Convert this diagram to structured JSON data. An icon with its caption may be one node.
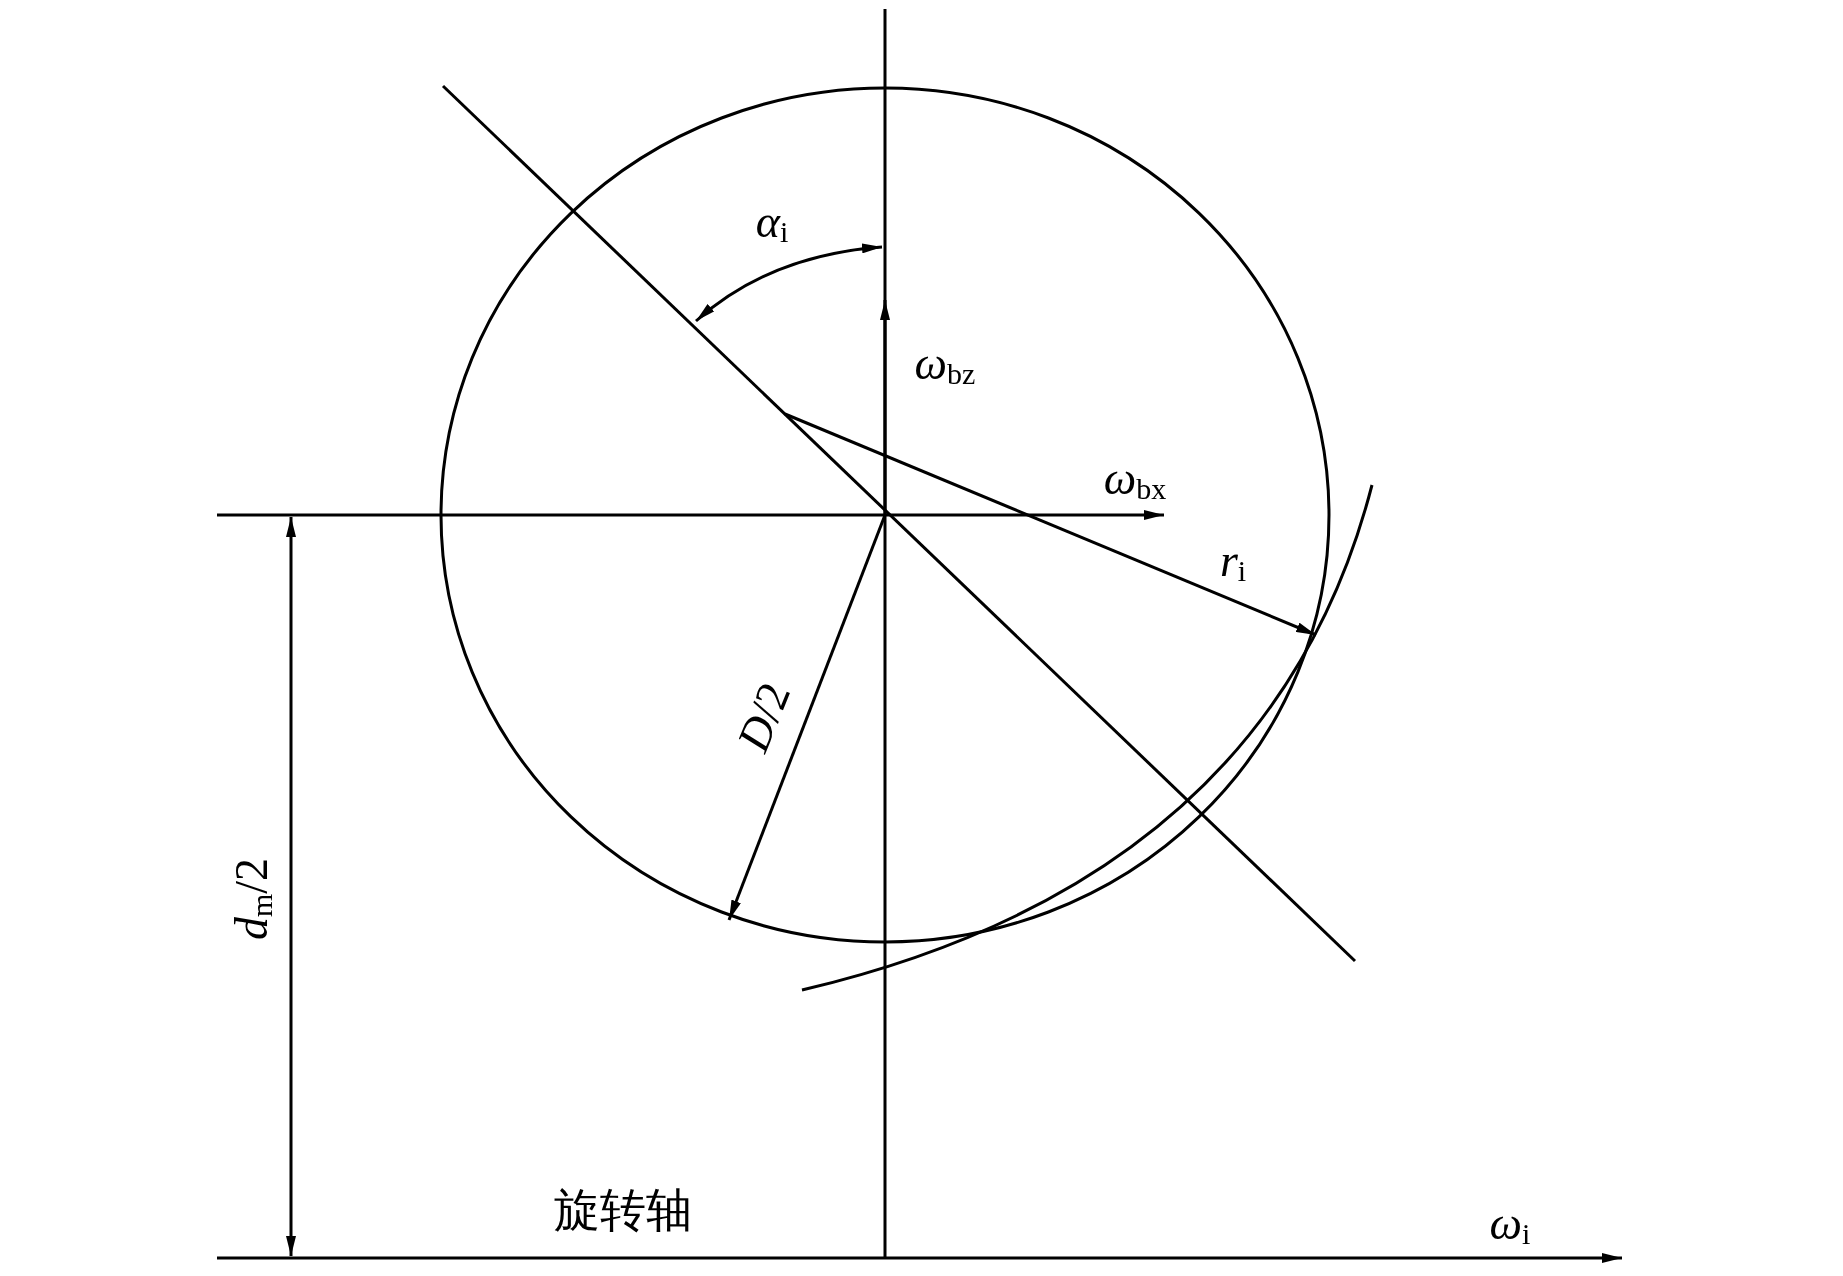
{
  "diagram": {
    "labels": [
      "*α*$_{i}$",
      "*ω*$_{bz}$",
      "*ω*$_{bx}$",
      "*r*$_{i}$",
      "*D*/2",
      "*d*$_{m}$/2",
      "旋转轴",
      "*ω*$_{i}$"
    ]
  }
}
